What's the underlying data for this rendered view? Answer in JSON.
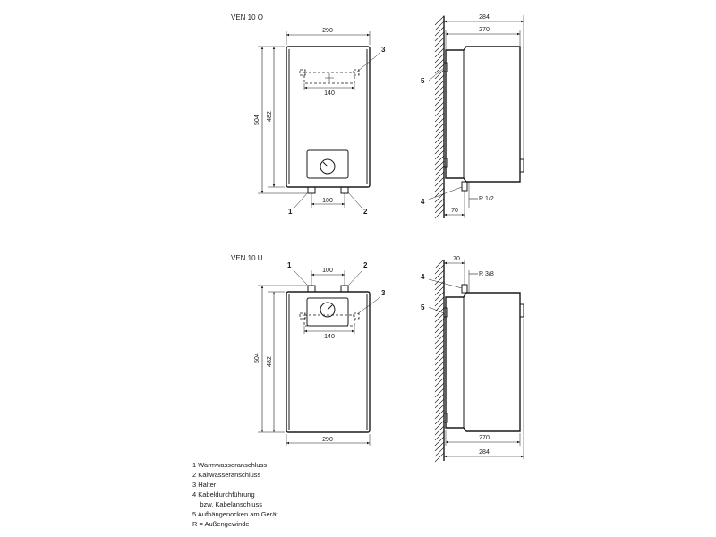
{
  "views": {
    "top": {
      "title": "VEN 10 O"
    },
    "bottom": {
      "title": "VEN 10 U"
    }
  },
  "dims": {
    "width_290": "290",
    "hanger_140": "140",
    "conn_100": "100",
    "height_504": "504",
    "height_482": "482",
    "depth_284": "284",
    "depth_270": "270",
    "wall_70": "70",
    "thread_top": "R 1/2",
    "thread_bottom": "R 3/8"
  },
  "callouts": {
    "c1": "1",
    "c2": "2",
    "c3": "3",
    "c4": "4",
    "c5": "5"
  },
  "legend": [
    "1  Warmwasseranschluss",
    "2  Kaltwasseranschluss",
    "3  Halter",
    "4  Kabeldurchführung",
    "    bzw. Kabelanschluss",
    "5  Aufhängenocken am Gerät",
    "R  = Außengewinde"
  ]
}
